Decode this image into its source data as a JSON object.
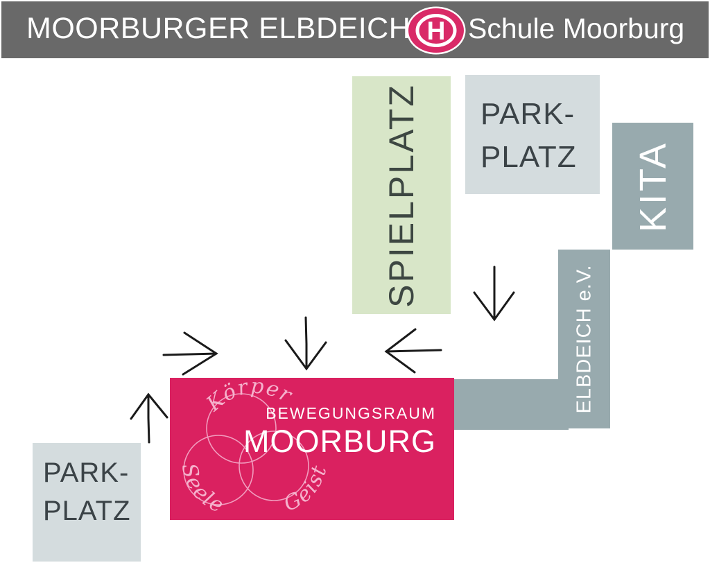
{
  "header": {
    "title_left": "MOORBURGER ELBDEICH",
    "stop_letter": "H",
    "title_right": "Schule Moorburg",
    "bar_color": "#696969",
    "stop_sign_color": "#D92A67"
  },
  "areas": {
    "spielplatz": {
      "label": "SPIELPLATZ",
      "bg": "#D8E6C8"
    },
    "parkplatz_top": {
      "line1": "PARK-",
      "line2": "PLATZ",
      "bg": "#D4DCDE"
    },
    "kita": {
      "label": "KITA",
      "bg": "#98AAAE"
    },
    "elbdeich": {
      "label": "ELBDEICH e.V.",
      "bg": "#98AAAE"
    },
    "parkplatz_bottom": {
      "line1": "PARK-",
      "line2": "PLATZ",
      "bg": "#D4DCDE"
    }
  },
  "venue": {
    "name_line1": "BEWEGUNGSRAUM",
    "name_line2": "MOORBURG",
    "bg": "#DA2160",
    "logo_words": [
      "Körper",
      "Seele",
      "Geist"
    ]
  },
  "arrows": {
    "count": 5,
    "directions": [
      "right toward venue",
      "down toward venue",
      "left toward venue",
      "down along Elbdeich e.V.",
      "up from lower parking"
    ]
  },
  "colors": {
    "arrow": "#1A1A1A",
    "pink": "#DA2160",
    "green": "#D8E6C8",
    "light_gray": "#D4DCDE",
    "blue_gray": "#98AAAE"
  }
}
